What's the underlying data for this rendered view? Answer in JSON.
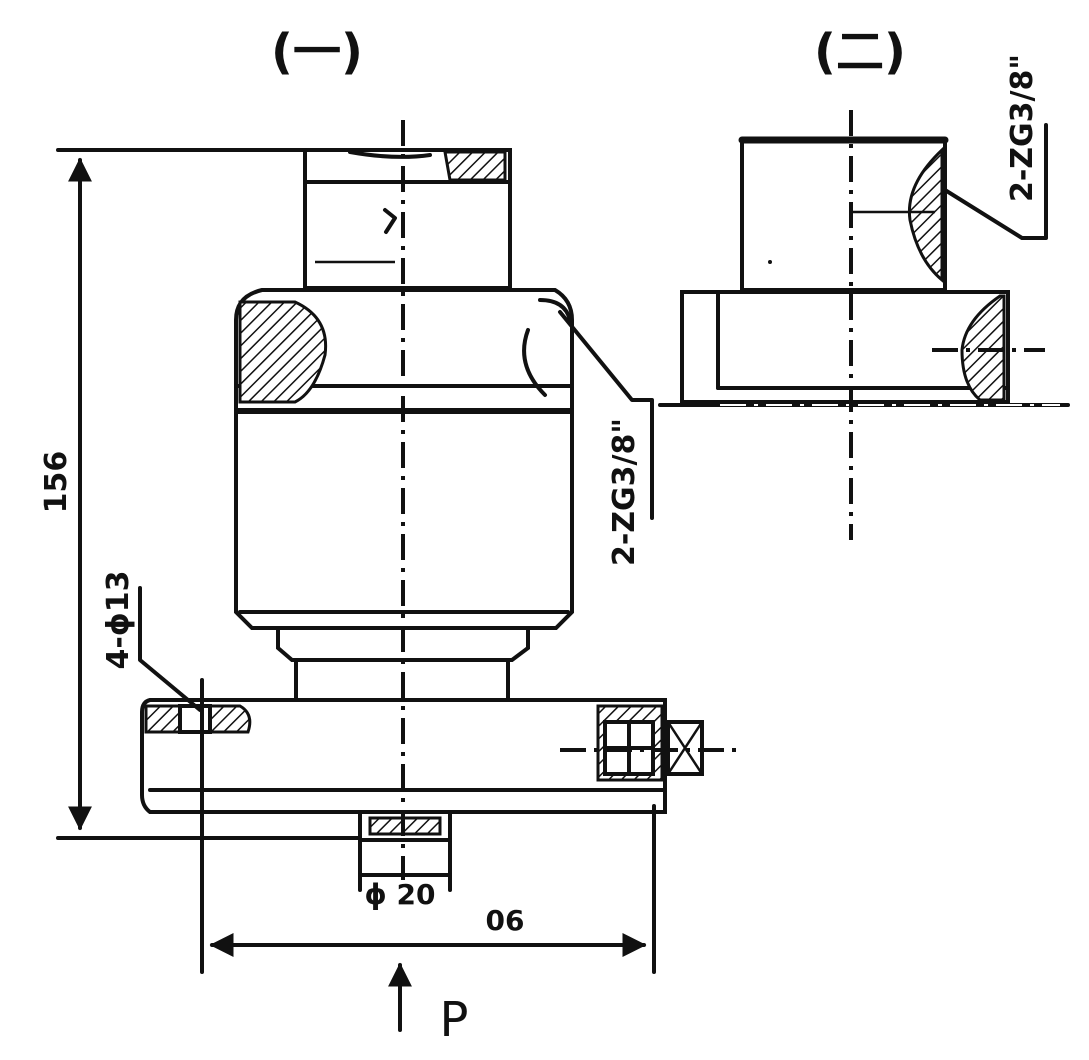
{
  "views": {
    "view_one_label": "(一)",
    "view_two_label": "(二)"
  },
  "dimensions": {
    "height": "156",
    "holes": "4-ϕ13",
    "port_view_one": "2-ZG3/8\"",
    "port_view_two": "2-ZG3/8\"",
    "bore": "ϕ 20",
    "bolt_span": "06"
  },
  "load": {
    "label": "P"
  }
}
